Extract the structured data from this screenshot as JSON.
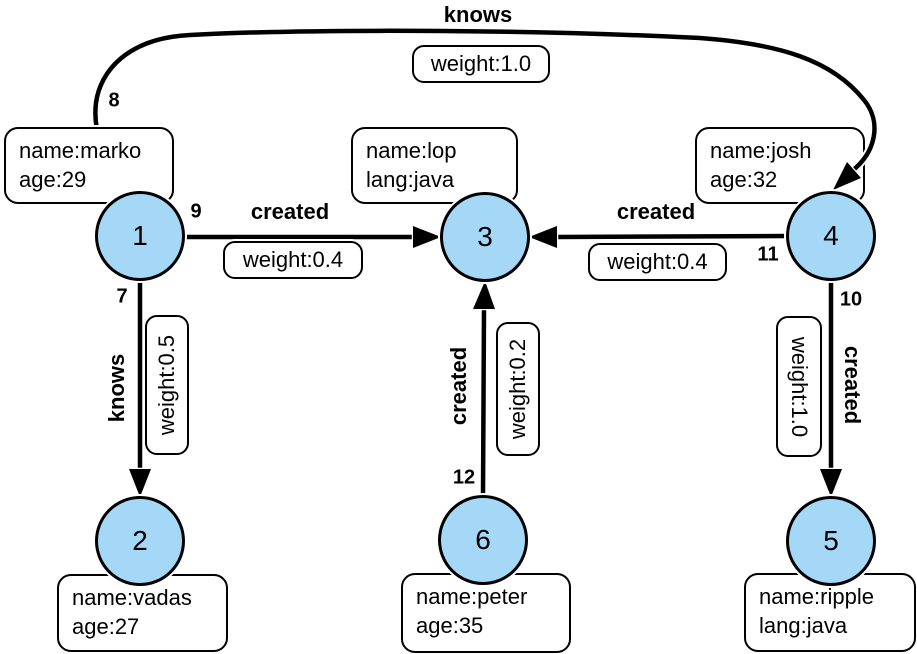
{
  "graph": {
    "colors": {
      "node_fill": "#A5D8F6",
      "stroke": "#000000",
      "box_fill": "#ffffff"
    },
    "nodes": [
      {
        "id": "1",
        "props": [
          "name:marko",
          "age:29"
        ]
      },
      {
        "id": "2",
        "props": [
          "name:vadas",
          "age:27"
        ]
      },
      {
        "id": "3",
        "props": [
          "name:lop",
          "lang:java"
        ]
      },
      {
        "id": "4",
        "props": [
          "name:josh",
          "age:32"
        ]
      },
      {
        "id": "5",
        "props": [
          "name:ripple",
          "lang:java"
        ]
      },
      {
        "id": "6",
        "props": [
          "name:peter",
          "age:35"
        ]
      }
    ],
    "edges": [
      {
        "id": "7",
        "label": "knows",
        "weight": "weight:0.5",
        "from": "1",
        "to": "2"
      },
      {
        "id": "8",
        "label": "knows",
        "weight": "weight:1.0",
        "from": "1",
        "to": "4"
      },
      {
        "id": "9",
        "label": "created",
        "weight": "weight:0.4",
        "from": "1",
        "to": "3"
      },
      {
        "id": "10",
        "label": "created",
        "weight": "weight:1.0",
        "from": "4",
        "to": "5"
      },
      {
        "id": "11",
        "label": "created",
        "weight": "weight:0.4",
        "from": "4",
        "to": "3"
      },
      {
        "id": "12",
        "label": "created",
        "weight": "weight:0.2",
        "from": "6",
        "to": "3"
      }
    ]
  }
}
